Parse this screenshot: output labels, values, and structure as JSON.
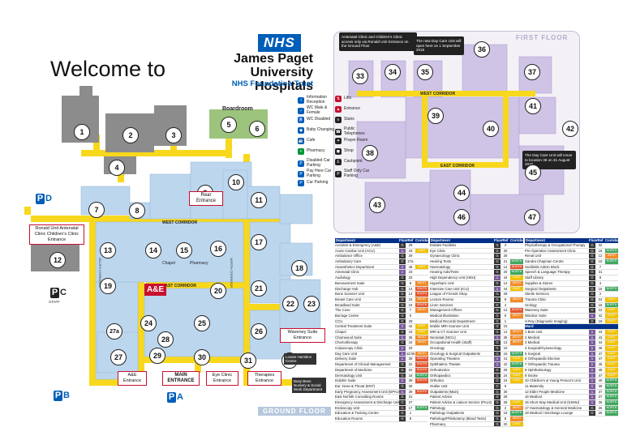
{
  "header": {
    "welcome": "Welcome to",
    "nhs_logo": "NHS",
    "hospital_name_line1": "James Paget",
    "hospital_name_line2": "University Hospitals",
    "trust": "NHS Foundation Trust"
  },
  "floors": {
    "first": "FIRST FLOOR",
    "ground": "GROUND FLOOR"
  },
  "notes": {
    "antenatal_clinic": "Antenatal Clinic and Children's Clinic access only via Ronald Unit Entrance on the Ground Floor",
    "day_care_unit_open": "The new Day Care Unit will open here on 1 September 2015",
    "day_care_unit_move": "The Day Care Unit will move to location 36 on 31 August 2015"
  },
  "labels": {
    "boardroom": "Boardroom",
    "west_corridor_ground": "WEST CORRIDOR",
    "east_corridor_ground": "EAST CORRIDOR",
    "south_corridor": "SOUTH CORRIDOR",
    "north_corridor": "NORTH CORRIDOR",
    "west_corridor_first": "WEST CORRIDOR",
    "east_corridor_first": "EAST CORRIDOR",
    "chapel": "Chapel",
    "pharmacy": "Pharmacy",
    "staff": "STAFF",
    "louise_hamilton": "Louise Hamilton Centre",
    "busy_bees": "Busy Bees Nursery & Social Work Department"
  },
  "entrances": {
    "rear": "Rear Entrance",
    "ronald_unit": "Ronald Unit Antenatal Clinic Children's Clinic Entrance",
    "waveney_suite": "Waveney Suite Entrance",
    "ae": "A&E Entrance",
    "main": "MAIN ENTRANCE",
    "eye_clinic": "Eye Clinic Entrance",
    "therapies": "Therapies Entrance",
    "ae_badge": "A&E"
  },
  "parking": {
    "pd": "P",
    "pd_letter": "D",
    "pc": "P",
    "pc_letter": "C",
    "pb": "P",
    "pb_letter": "B",
    "pa": "P",
    "pa_letter": "A"
  },
  "legend": [
    {
      "icon": "info",
      "label": "Information Reception",
      "color": "#005eb8"
    },
    {
      "icon": "wc-male",
      "label": "WC Male & Female",
      "color": "#005eb8"
    },
    {
      "icon": "wc-disabled",
      "label": "WC Disabled",
      "color": "#005eb8"
    },
    {
      "icon": "baby",
      "label": "Baby Changing",
      "color": "#005eb8"
    },
    {
      "icon": "cafe",
      "label": "Cafe",
      "color": "#005eb8"
    },
    {
      "icon": "pharmacy",
      "label": "Pharmacy",
      "color": "#009639"
    },
    {
      "icon": "disabled-parking",
      "label": "Disabled Car Parking",
      "color": "#005eb8"
    },
    {
      "icon": "pay-parking",
      "label": "Pay Here Car Parking",
      "color": "#005eb8"
    },
    {
      "icon": "car-parking",
      "label": "Car Parking",
      "color": "#005eb8"
    },
    {
      "icon": "lifts",
      "label": "Lifts",
      "color": "#c8102e"
    },
    {
      "icon": "entrance",
      "label": "Entrance",
      "color": "#c8102e"
    },
    {
      "icon": "stairs",
      "label": "Stairs",
      "color": "#222"
    },
    {
      "icon": "public-phones",
      "label": "Public Telephones",
      "color": "#222"
    },
    {
      "icon": "prayer-room",
      "label": "Prayer Room",
      "color": "#222"
    },
    {
      "icon": "shop",
      "label": "Shop",
      "color": "#222"
    },
    {
      "icon": "cashpoint",
      "label": "Cashpoint",
      "color": "#222"
    },
    {
      "icon": "staff-parking",
      "label": "Staff Only Car Parking",
      "color": "#222"
    }
  ],
  "ground_numbers": [
    "1",
    "2",
    "3",
    "4",
    "5",
    "6",
    "7",
    "8",
    "9",
    "10",
    "11",
    "12",
    "13",
    "14",
    "15",
    "16",
    "17",
    "18",
    "19",
    "20",
    "21",
    "22",
    "23",
    "24",
    "25",
    "26",
    "27",
    "27a",
    "28",
    "29",
    "30",
    "31",
    "32"
  ],
  "first_numbers": [
    "33",
    "34",
    "35",
    "36",
    "37",
    "38",
    "39",
    "40",
    "41",
    "42",
    "43",
    "44",
    "45",
    "46",
    "47"
  ],
  "directory": {
    "headers": {
      "department": "Department",
      "floor": "Floor",
      "ref": "Ref",
      "corridor": "Corridor"
    },
    "col1": [
      {
        "d": "Accident & Emergency (A&E)",
        "f": "G",
        "r": "29",
        "c": ""
      },
      {
        "d": "Acute Cardiac Unit (ACU)",
        "f": "1",
        "r": "43",
        "c": "EAST"
      },
      {
        "d": "Ambulance Office",
        "f": "G",
        "r": "29",
        "c": ""
      },
      {
        "d": "Ambulatory Care",
        "f": "G",
        "r": "27a",
        "c": ""
      },
      {
        "d": "Anaesthetics Department",
        "f": "1",
        "r": "45",
        "c": "EAST"
      },
      {
        "d": "Antenatal Clinic",
        "f": "1",
        "r": "33",
        "c": ""
      },
      {
        "d": "Audiology",
        "f": "G",
        "r": "20",
        "c": ""
      },
      {
        "d": "Bereavement Suite",
        "f": "G",
        "r": "8",
        "c": "WEST"
      },
      {
        "d": "Discharge Hub",
        "f": "G",
        "r": "14",
        "c": "SOUTH"
      },
      {
        "d": "Bone Scanner Unit",
        "f": "G",
        "r": "14",
        "c": "SOUTH"
      },
      {
        "d": "Breast Care Unit",
        "f": "G",
        "r": "15",
        "c": "WEST"
      },
      {
        "d": "Broadland Suite",
        "f": "G",
        "r": "16",
        "c": "SOUTH"
      },
      {
        "d": "The Cove",
        "f": "G",
        "r": "7",
        "c": "WEST"
      },
      {
        "d": "Burrage Centre",
        "f": "G",
        "r": "5",
        "c": ""
      },
      {
        "d": "CCU",
        "f": "G",
        "r": "28",
        "c": ""
      },
      {
        "d": "Central Treatment Suite",
        "f": "1",
        "r": "42",
        "c": "EAST"
      },
      {
        "d": "Chapel",
        "f": "G",
        "r": "15",
        "c": "EAST"
      },
      {
        "d": "Charnwood Suite",
        "f": "1",
        "r": "35",
        "c": "WEST"
      },
      {
        "d": "Chemotherapy",
        "f": "G",
        "r": "10",
        "c": "WEST"
      },
      {
        "d": "Colposcopy Clinic",
        "f": "1",
        "r": "33",
        "c": ""
      },
      {
        "d": "Day Care Unit",
        "f": "1",
        "r": "42/36",
        "c": "WEST"
      },
      {
        "d": "Delivery Suite",
        "f": "1",
        "r": "39",
        "c": "SOUTH"
      },
      {
        "d": "Department of Clinical Management",
        "f": "G",
        "r": "22",
        "c": "SOUTH"
      },
      {
        "d": "Department of Medicine",
        "f": "G",
        "r": "22",
        "c": "SOUTH"
      },
      {
        "d": "Dermatology Unit",
        "f": "G",
        "r": "18",
        "c": "NORTH"
      },
      {
        "d": "Dolphin Suite",
        "f": "1",
        "r": "39",
        "c": "SOUTH"
      },
      {
        "d": "Ear, Nose & Throat (ENT)",
        "f": "G",
        "r": "30",
        "c": ""
      },
      {
        "d": "Early Pregnancy Assessment Unit (EPAU)",
        "f": "1",
        "r": "39",
        "c": "SOUTH"
      },
      {
        "d": "East Norfolk Consulting Rooms",
        "f": "G",
        "r": "31",
        "c": ""
      },
      {
        "d": "Emergency Assessment & Discharge Unit (EADU)",
        "f": "G",
        "r": "27",
        "c": ""
      },
      {
        "d": "Endoscopy Unit",
        "f": "G",
        "r": "17",
        "c": "NORTH"
      },
      {
        "d": "Education & Training Centre",
        "f": "G",
        "r": "1",
        "c": ""
      },
      {
        "d": "Education Rooms",
        "f": "G",
        "r": "8",
        "c": ""
      }
    ],
    "col2": [
      {
        "d": "Estates Facilities",
        "f": "G",
        "r": "3",
        "c": ""
      },
      {
        "d": "Eye Clinic",
        "f": "G",
        "r": "30",
        "c": ""
      },
      {
        "d": "Gynaecology Clinic",
        "f": "G",
        "r": "26",
        "c": ""
      },
      {
        "d": "Hearing Tests",
        "f": "G",
        "r": "21",
        "c": "NORTH"
      },
      {
        "d": "Haematology",
        "f": "G",
        "r": "14",
        "c": "SOUTH"
      },
      {
        "d": "Hearing Aids/Tests",
        "f": "G",
        "r": "20",
        "c": "NORTH"
      },
      {
        "d": "High Dependency Unit (HDU)",
        "f": "1",
        "r": "44",
        "c": "EAST"
      },
      {
        "d": "Hyperbaric Unit",
        "f": "G",
        "r": "14",
        "c": "WEST"
      },
      {
        "d": "Intensive Care Unit (ICU)",
        "f": "1",
        "r": "44",
        "c": "EAST"
      },
      {
        "d": "League of Friends Shop",
        "f": "G",
        "r": "28",
        "c": ""
      },
      {
        "d": "Lecture Rooms",
        "f": "G",
        "r": "8",
        "c": "WEST"
      },
      {
        "d": "Linen Services",
        "f": "G",
        "r": "4",
        "c": ""
      },
      {
        "d": "Management Offices",
        "f": "G",
        "r": "13",
        "c": "SOUTH"
      },
      {
        "d": "Medical Illustration",
        "f": "G",
        "r": "9",
        "c": "WEST"
      },
      {
        "d": "Medical Records Department",
        "f": "G",
        "r": "1",
        "c": ""
      },
      {
        "d": "Mobile MRI Scanner Unit",
        "f": "G",
        "r": "23",
        "c": ""
      },
      {
        "d": "MRI & CT Scanner Unit",
        "f": "G",
        "r": "14",
        "c": "WEST"
      },
      {
        "d": "Neonatal (NICU)",
        "f": "1",
        "r": "38",
        "c": "WEST"
      },
      {
        "d": "Occupational Health (Staff)",
        "f": "G",
        "r": "13",
        "c": "WEST"
      },
      {
        "d": "Oncology",
        "f": "G",
        "r": "10",
        "c": ""
      },
      {
        "d": "Oncology & Surgical Outpatients",
        "f": "G",
        "r": "16",
        "c": "NORTH"
      },
      {
        "d": "Operating Theatres",
        "f": "1",
        "r": "41",
        "c": "EAST"
      },
      {
        "d": "Ophthalmic Theatre",
        "f": "1",
        "r": "42",
        "c": "NORTH"
      },
      {
        "d": "Orthodontics",
        "f": "G",
        "r": "25",
        "c": "EAST"
      },
      {
        "d": "Orthopaedics",
        "f": "G",
        "r": "24",
        "c": "EAST"
      },
      {
        "d": "Orthotics",
        "f": "G",
        "r": "24",
        "c": "EAST"
      },
      {
        "d": "Outlier Unit",
        "f": "G",
        "r": "6",
        "c": ""
      },
      {
        "d": "Outpatients (Main)",
        "f": "G",
        "r": "30",
        "c": ""
      },
      {
        "d": "Patient Advice",
        "f": "G",
        "r": "28",
        "c": ""
      },
      {
        "d": "Patient Advice & Liaison Service (PALS)",
        "f": "G",
        "r": "28",
        "c": "EAST"
      },
      {
        "d": "Pathology",
        "f": "G",
        "r": "2",
        "c": "WEST"
      },
      {
        "d": "Pathology Outpatients",
        "f": "G",
        "r": "16",
        "c": "NORTH"
      },
      {
        "d": "Pathology/Phlebotomy (Blood Tests)",
        "f": "G",
        "r": "8",
        "c": "WEST"
      },
      {
        "d": "Pharmacy",
        "f": "G",
        "r": "20",
        "c": "EAST"
      }
    ],
    "col3": [
      {
        "d": "Physiotherapy & Occupational Therapy",
        "f": "G",
        "r": "32",
        "c": ""
      },
      {
        "d": "Pre-Operative Assessment Clinic",
        "f": "G",
        "r": "16",
        "c": "NORTH"
      },
      {
        "d": "Renal Unit",
        "f": "G",
        "r": "12",
        "c": "WEST"
      },
      {
        "d": "Sandra Chapman Centre",
        "f": "G",
        "r": "10",
        "c": "NORTH"
      },
      {
        "d": "Seafields Admin Block",
        "f": "G",
        "r": "7",
        "c": ""
      },
      {
        "d": "Speech & Language Therapy",
        "f": "G",
        "r": "31",
        "c": ""
      },
      {
        "d": "Staff Library",
        "f": "G",
        "r": "8",
        "c": ""
      },
      {
        "d": "Supplies & Stores",
        "f": "G",
        "r": "4",
        "c": ""
      },
      {
        "d": "Surgical Outpatients",
        "f": "G",
        "r": "16",
        "c": "NORTH"
      },
      {
        "d": "Sterile Services",
        "f": "G",
        "r": "2",
        "c": ""
      },
      {
        "d": "Trauma Clinic",
        "f": "G",
        "r": "24",
        "c": "EAST"
      },
      {
        "d": "Urology",
        "f": "G",
        "r": "16",
        "c": "NORTH"
      },
      {
        "d": "Waveney Suite",
        "f": "G",
        "r": "22",
        "c": "EAST"
      },
      {
        "d": "Windsor Suite",
        "f": "1",
        "r": "42",
        "c": "EAST"
      },
      {
        "d": "X-Ray (Diagnostic Imaging)",
        "f": "G",
        "r": "19",
        "c": "EAST"
      },
      {
        "d": "Ward",
        "f": "",
        "r": "",
        "c": ""
      },
      {
        "d": "1 Bure Unit",
        "f": "1",
        "r": "43",
        "c": "EAST"
      },
      {
        "d": "2 Medical",
        "f": "1",
        "r": "43",
        "c": "EAST"
      },
      {
        "d": "3 Medical",
        "f": "1",
        "r": "44",
        "c": "EAST"
      },
      {
        "d": "4 Surgical/Gynaecology",
        "f": "1",
        "r": "46",
        "c": "EAST"
      },
      {
        "d": "5 Surgical",
        "f": "1",
        "r": "47",
        "c": "EAST"
      },
      {
        "d": "6 Orthopaedic Elective",
        "f": "1",
        "r": "47",
        "c": "EAST"
      },
      {
        "d": "7 Orthopaedic Trauma",
        "f": "1",
        "r": "45",
        "c": "EAST"
      },
      {
        "d": "8 Ophthalmology",
        "f": "1",
        "r": "45",
        "c": "EAST"
      },
      {
        "d": "9 Stroke",
        "f": "1",
        "r": "47",
        "c": "EAST"
      },
      {
        "d": "10 Children's & Young Person's Unit",
        "f": "1",
        "r": "40",
        "c": "NORTH"
      },
      {
        "d": "11 Maternity",
        "f": "1",
        "r": "39",
        "c": "NORTH"
      },
      {
        "d": "12 Elder People Medicine",
        "f": "1",
        "r": "37",
        "c": "NORTH"
      },
      {
        "d": "15 Medical",
        "f": "1",
        "r": "37",
        "c": "NORTH"
      },
      {
        "d": "16 Short Stay Medical Unit (SSMU)",
        "f": "1",
        "r": "36",
        "c": "NORTH"
      },
      {
        "d": "17 Haematology & General Medicine",
        "f": "G",
        "r": "26",
        "c": "NORTH"
      },
      {
        "d": "18 Medical / Discharge Lounge",
        "f": "G",
        "r": "26",
        "c": "NORTH"
      }
    ]
  },
  "colors": {
    "nhs_blue": "#005eb8",
    "corridor_yellow": "#f8d81c",
    "building_blue": "#bcd6ee",
    "building_grey": "#8c8c8c",
    "boardroom_green": "#9cc47c",
    "first_floor_purple": "#cfc3e6",
    "entrance_red": "#c8102e"
  }
}
